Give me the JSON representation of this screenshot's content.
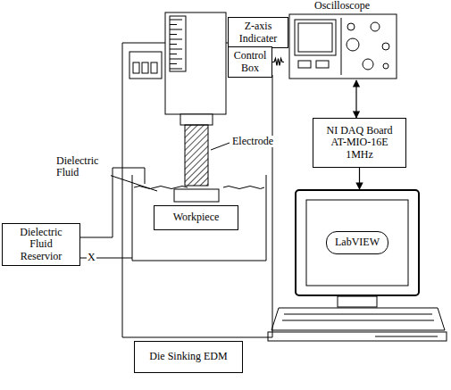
{
  "diagram": {
    "nodes": [
      {
        "text": [
          "Oscilloscope"
        ]
      },
      {
        "text": [
          "Z-axis Indicater"
        ]
      },
      {
        "text": [
          "Control Box"
        ]
      },
      {
        "text": [
          "NI DAQ Board AT-MIO-16E 1MHz"
        ]
      },
      {
        "text": [
          "Dielectric Fluid Reservior"
        ]
      },
      {
        "text": [
          "Workpiece"
        ]
      },
      {
        "text": [
          "LabVIEW"
        ]
      },
      {
        "text": [
          "Die Sinking EDM"
        ]
      }
    ],
    "edges": [
      {
        "from": 2,
        "to": 0,
        "arrow": "none"
      },
      {
        "from": 0,
        "to": 3,
        "arrow": "both"
      },
      {
        "from": 3,
        "to": 6,
        "arrow": "to"
      }
    ],
    "labels": [
      "Electrode",
      "Dielectric Fluid",
      "X"
    ]
  }
}
